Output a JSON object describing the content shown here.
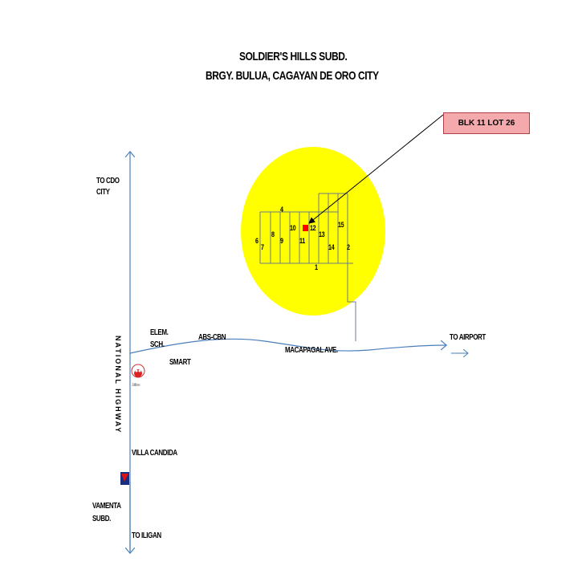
{
  "title": {
    "line1": "SOLDIER'S HILLS SUBD.",
    "line2": "BRGY. BULUA, CAGAYAN DE ORO CITY"
  },
  "lot_label": "BLK 11 LOT 26",
  "lot_numbers": [
    "1",
    "2",
    "4",
    "6",
    "7",
    "8",
    "9",
    "10",
    "11",
    "12",
    "13",
    "14",
    "15"
  ],
  "landmarks": {
    "to_cdo": "TO CDO CITY",
    "elem_sch": "ELEM. SCH.",
    "abs_cbn": "ABS-CBN",
    "smart": "SMART",
    "macapagal": "MACAPAGAL AVE.",
    "to_airport": "TO AIRPORT",
    "national_highway": "NATIONAL HIGHWAY",
    "jollibee": "Jollibee",
    "villa_candida": "VILLA CANDIDA",
    "vamenta": "VAMENTA SUBD.",
    "to_iligan": "TO ILIGAN"
  },
  "colors": {
    "highlight": "#ffff00",
    "road": "#4a7ebb",
    "lot_marker": "#ff0000",
    "label_fill": "#f4a9ac"
  }
}
